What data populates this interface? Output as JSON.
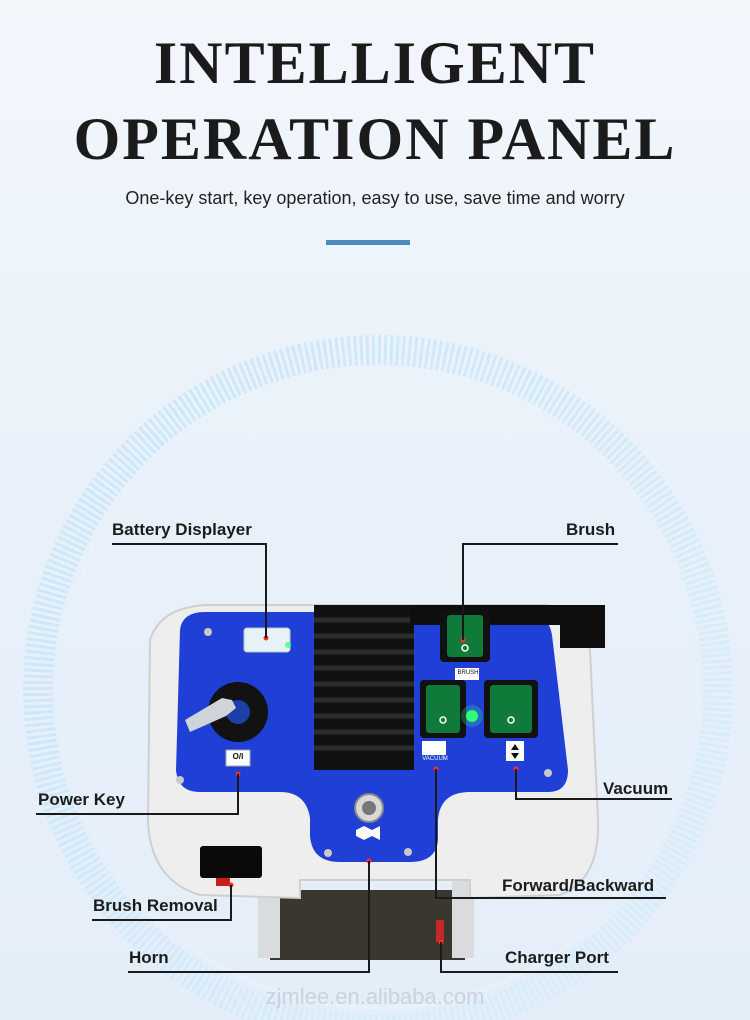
{
  "heading": {
    "line1": "INTELLIGENT",
    "line2": "OPERATION PANEL",
    "subtitle": "One-key start, key operation, easy to use, save time and worry"
  },
  "callouts": {
    "battery": "Battery Displayer",
    "brush": "Brush",
    "power_key": "Power Key",
    "vacuum": "Vacuum",
    "forward_backward": "Forward/Backward",
    "brush_removal": "Brush Removal",
    "charger_port": "Charger Port",
    "horn": "Horn"
  },
  "panel_labels": {
    "power_switch": "O/I",
    "brush_switch": "BRUSH",
    "vacuum_switch": "VACUUM"
  },
  "watermark": "zjmlee.en.alibaba.com",
  "colors": {
    "panel_blue": "#1f3fd6",
    "accent_line": "#4a8dbd",
    "switch_green": "#0f7a3a",
    "led_green": "#32ff7a"
  }
}
